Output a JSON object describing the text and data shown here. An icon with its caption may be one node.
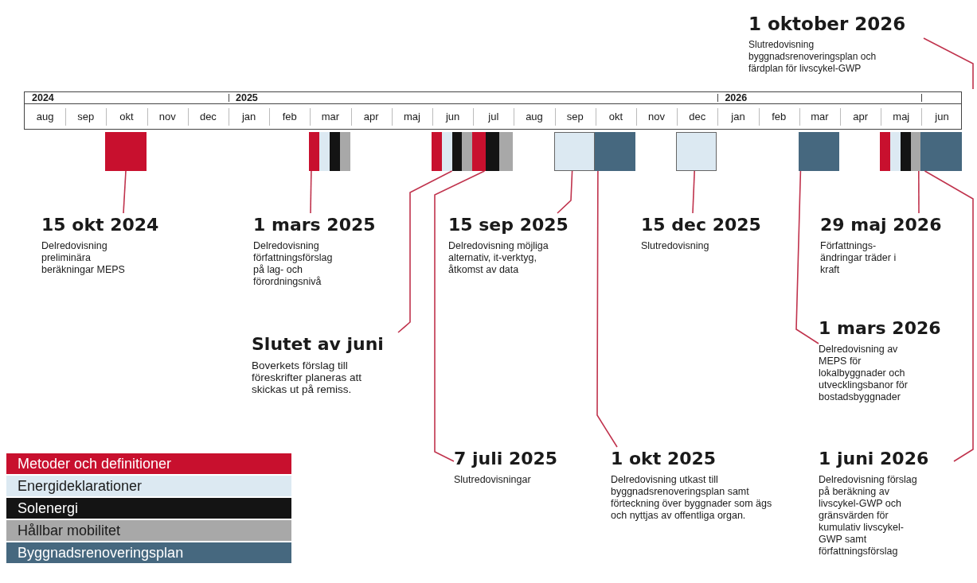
{
  "diagram": {
    "nodes": [
      {
        "text": [],
        "shape": "bar"
      },
      {
        "text": [],
        "shape": "bar"
      },
      {
        "text": [],
        "shape": "bar"
      },
      {
        "text": [],
        "shape": "bar"
      },
      {
        "text": [],
        "shape": "box"
      },
      {
        "text": [],
        "shape": "bar"
      },
      {
        "text": [],
        "shape": "box"
      },
      {
        "text": [],
        "shape": "bar"
      },
      {
        "text": [],
        "shape": "bar"
      },
      {
        "text": [],
        "shape": "bar"
      },
      {
        "text": [
          "15 okt 2024",
          "Delredovisning preliminära beräkningar MEPS"
        ]
      },
      {
        "text": [
          "1 mars 2025",
          "Delredovisning författningsförslag på lag- och förordningsnivå"
        ]
      },
      {
        "text": [
          "Slutet av juni",
          "Boverkets förslag till föreskrifter planeras att skickas ut på remiss."
        ]
      },
      {
        "text": [
          "15 sep 2025",
          "Delredovisning möjliga alternativ, it-verktyg, åtkomst av data"
        ]
      },
      {
        "text": [
          "7 juli 2025",
          "Slutredovisningar"
        ]
      },
      {
        "text": [
          "15 dec 2025",
          "Slutredovisning"
        ]
      },
      {
        "text": [
          "1 okt 2025",
          "Delredovisning utkast till byggnadsrenoveringsplan samt förteckning över byggnader som ägs och nyttjas av offentliga organ."
        ]
      },
      {
        "text": [
          "29 maj 2026",
          "Författnings- ändringar träder i kraft"
        ]
      },
      {
        "text": [
          "1 mars 2026",
          "Delredovisning av MEPS för lokalbyggnader och utvecklingsbanor för bostadsbyggnader"
        ]
      },
      {
        "text": [
          "1 juni 2026",
          "Delredovisning förslag på beräkning av livscykel-GWP och gränsvärden för kumulativ livscykel- GWP samt författningsförslag"
        ]
      },
      {
        "text": [
          "1 oktober 2026",
          "Slutredovisning byggnadsrenoveringsplan och färdplan för livscykel-GWP"
        ]
      }
    ],
    "edges": [
      {
        "from": 10,
        "to": 0,
        "arrow": "none"
      },
      {
        "from": 11,
        "to": 1,
        "arrow": "none"
      },
      {
        "from": 12,
        "to": 2,
        "arrow": "none"
      },
      {
        "from": 14,
        "to": 3,
        "arrow": "none"
      },
      {
        "from": 13,
        "to": 4,
        "arrow": "none"
      },
      {
        "from": 16,
        "to": 5,
        "arrow": "none"
      },
      {
        "from": 15,
        "to": 6,
        "arrow": "none"
      },
      {
        "from": 18,
        "to": 7,
        "arrow": "none"
      },
      {
        "from": 17,
        "to": 8,
        "arrow": "none"
      },
      {
        "from": 19,
        "to": 9,
        "arrow": "none"
      },
      {
        "from": 20,
        "to": null,
        "arrow": "none"
      }
    ],
    "labels": [
      "2024",
      "2025",
      "2026",
      "aug",
      "sep",
      "okt",
      "nov",
      "dec",
      "jan",
      "feb",
      "mar",
      "apr",
      "maj",
      "jun",
      "jul",
      "aug",
      "sep",
      "okt",
      "nov",
      "dec",
      "jan",
      "feb",
      "mar",
      "apr",
      "maj",
      "jun"
    ],
    "legend": [
      {
        "text": "Metoder och definitioner",
        "color": "#c8102e"
      },
      {
        "text": "Energideklarationer",
        "color": "#dce9f2"
      },
      {
        "text": "Solenergi",
        "color": "#141414"
      },
      {
        "text": "Hållbar mobilitet",
        "color": "#a8a8a8"
      },
      {
        "text": "Byggnadsrenoveringsplan",
        "color": "#46687f"
      }
    ]
  }
}
